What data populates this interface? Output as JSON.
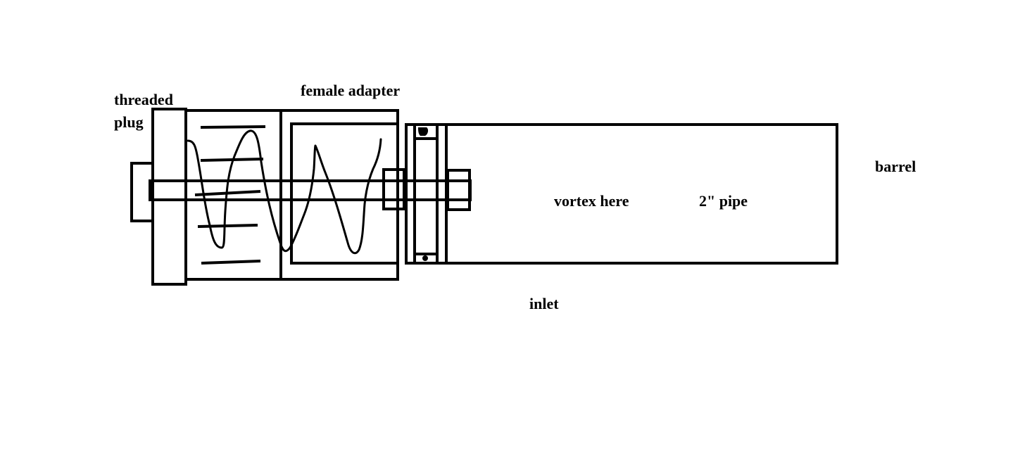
{
  "diagram": {
    "labels": {
      "threaded_plug_line1": "threaded",
      "threaded_plug_line2": "plug",
      "female_adapter": "female adapter",
      "barrel": "barrel",
      "vortex": "vortex here",
      "pipe": "2\" pipe",
      "inlet": "inlet"
    },
    "colors": {
      "stroke": "#000000",
      "background": "#ffffff"
    }
  }
}
